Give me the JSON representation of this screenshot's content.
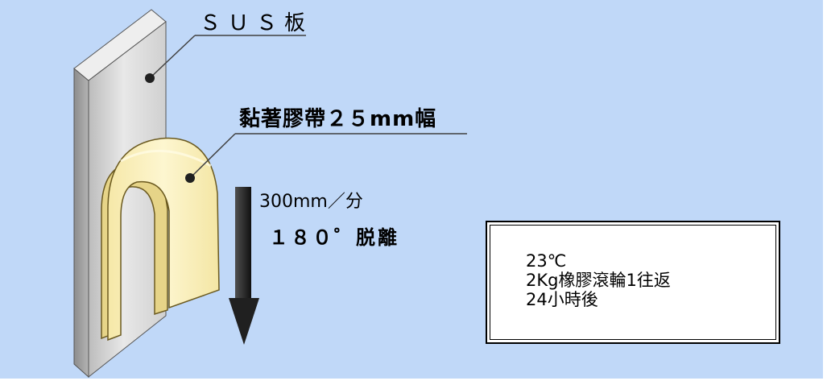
{
  "labels": {
    "plate": "ＳＵＳ板",
    "tape": "黏著膠帶２５mm幅",
    "speed": "300mm／分",
    "angle": "１８０゜脱離"
  },
  "conditions": [
    "23℃",
    "2Kg橡膠滾輪1往返",
    "24小時後"
  ],
  "colors": {
    "background": "#c0d8f8",
    "plate": "#d8d8d8",
    "tape": "#fcf4c4",
    "arrow": "#202020",
    "box_border": "#000000"
  }
}
